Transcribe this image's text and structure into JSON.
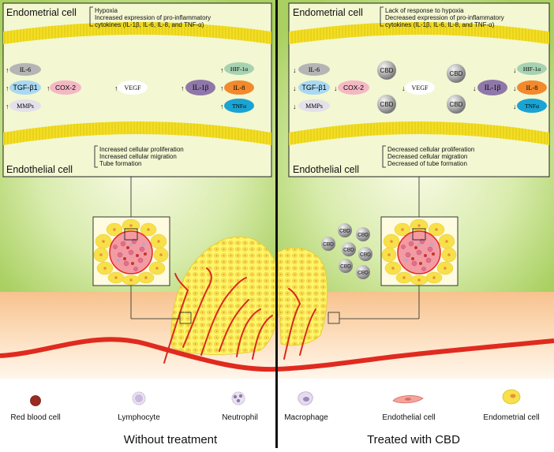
{
  "left": {
    "endometrial_label": "Endometrial cell",
    "endothelial_label": "Endothelial cell",
    "top_notes": [
      "Hypoxia",
      "Increased expression of pro-inflammatory",
      "cytokines (IL-1β, IL-6, IL-8, and TNF-α)"
    ],
    "bottom_notes": [
      "Increased cellular proliferation",
      "Increased cellular migration",
      "Tube formation"
    ],
    "markers": {
      "il6": "IL-6",
      "tgfb1": "TGF-β1",
      "cox2": "COX-2",
      "mmps": "MMPs",
      "vegf": "VEGF",
      "il1b": "IL-1β",
      "hif1a": "HIF-1α",
      "il8": "IL-8",
      "tnfa": "TNFα"
    },
    "arrow_up": "↑",
    "arrow_down": "↓",
    "caption": "Without treatment"
  },
  "right": {
    "endometrial_label": "Endometrial cell",
    "endothelial_label": "Endothelial cell",
    "top_notes": [
      "Lack of response to hypoxia",
      "Decreased expression of pro-inflammatory",
      "cytokines (IL-1β, IL-6, IL-8, and TNF-α)"
    ],
    "bottom_notes": [
      "Decreased cellular proliferation",
      "Decreased cellular migration",
      "Decreased of tube formation"
    ],
    "markers": {
      "il6": "IL-6",
      "tgfb1": "TGF-β1",
      "cox2": "COX-2",
      "mmps": "MMPs",
      "vegf": "VEGF",
      "il1b": "IL-1β",
      "hif1a": "HIF-1α",
      "il8": "IL-8",
      "tnfa": "TNFα"
    },
    "cbd": "CBD",
    "caption": "Treated with CBD"
  },
  "legend": {
    "red_blood_cell": "Red blood cell",
    "lymphocyte": "Lymphocyte",
    "neutrophil": "Neutrophil",
    "macrophage": "Macrophage",
    "endothelial_cell": "Endothelial cell",
    "endometrial_cell": "Endometrial cell"
  },
  "colors": {
    "background_green": "#bedd7a",
    "tissue": "#fbd3a8",
    "vessel": "#e02a1f",
    "membrane": "#f3df21",
    "lesion": "#fff24a",
    "il6": "#b5b5b5",
    "tgfb1": "#a9d8f2",
    "cox2": "#f4b8c4",
    "mmps": "#e4e1ea",
    "vegf": "#ffffff",
    "il1b": "#8f78a9",
    "hif1a": "#a7d2b2",
    "il8": "#f2892d",
    "tnfa": "#19a4d3"
  }
}
